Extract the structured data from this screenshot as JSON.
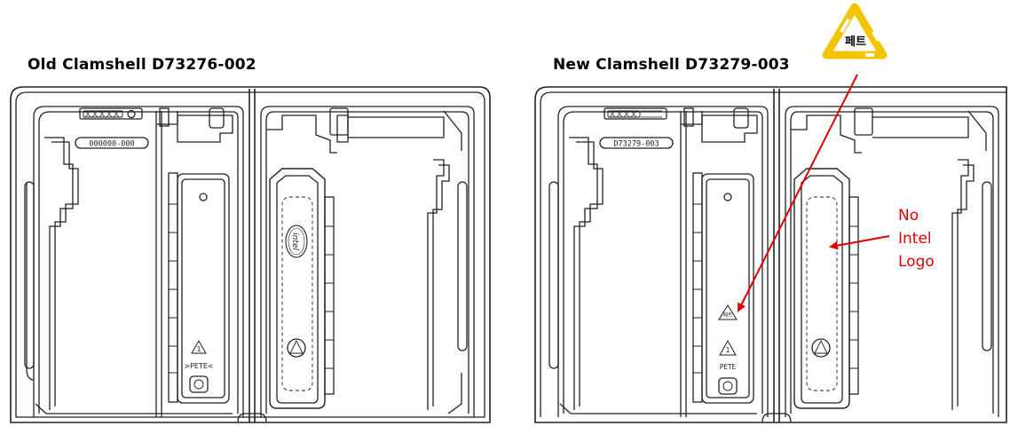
{
  "titles": {
    "old": "Old Clamshell D73276-002",
    "new": "New Clamshell D73279-003"
  },
  "old_tray": {
    "part_number_label": "000000-000",
    "recycle_code": "1",
    "recycle_material": ">PETE<"
  },
  "new_tray": {
    "part_number_label": "D73279-003",
    "recycle_code": "1",
    "recycle_material": "PETE"
  },
  "korean_recycle_mark": {
    "text": "페트"
  },
  "annotation": {
    "lines": [
      "No",
      "Intel",
      "Logo"
    ]
  },
  "colors": {
    "annotation": "#e00000",
    "mark_yellow": "#f5c400",
    "line": "#222222"
  },
  "icons": [
    "korean-recycle-icon",
    "recycle-icon",
    "esd-icon",
    "intel-logo-icon"
  ]
}
